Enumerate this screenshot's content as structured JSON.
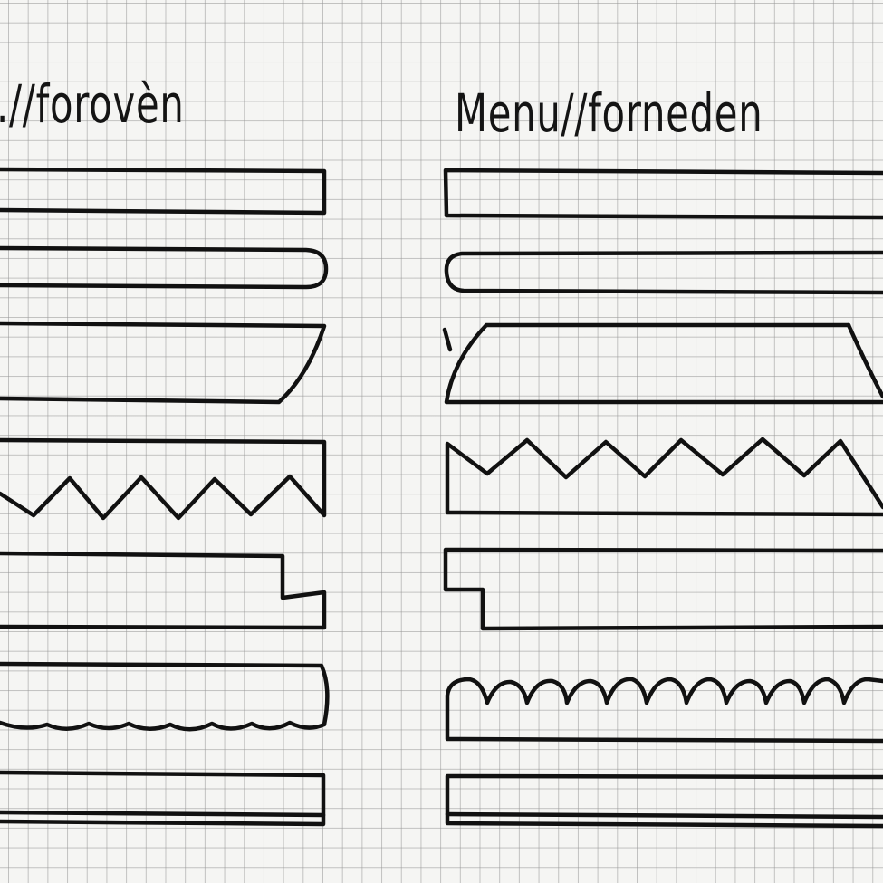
{
  "headings": {
    "left": ".//forovèn",
    "right": "Menu//forneden"
  },
  "colors": {
    "ink": "#111111",
    "paper": "#f5f5f3",
    "grid": "#969696"
  },
  "left_column": {
    "edge_position": "top",
    "shapes": [
      "plain",
      "rounded",
      "slanted",
      "zigzag",
      "notched",
      "scalloped",
      "double-line"
    ]
  },
  "right_column": {
    "edge_position": "bottom",
    "shapes": [
      "plain",
      "rounded",
      "slanted",
      "zigzag",
      "notched",
      "scalloped",
      "double-line"
    ]
  }
}
